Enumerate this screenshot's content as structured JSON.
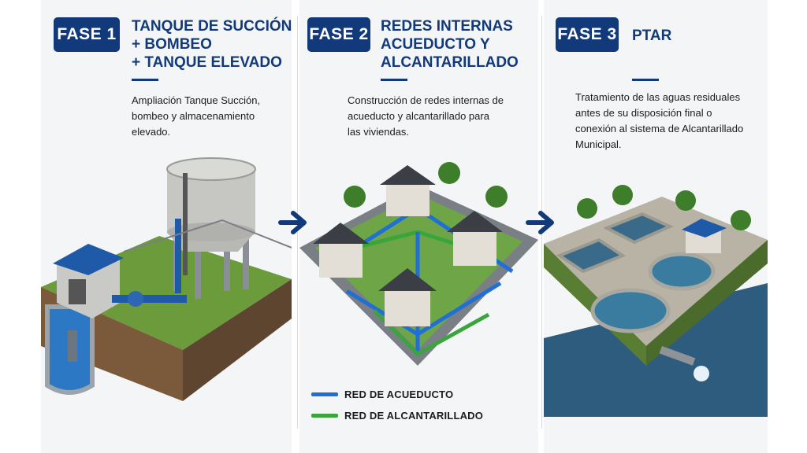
{
  "phases": [
    {
      "badge": "FASE 1",
      "title_lines": [
        "TANQUE DE SUCCIÓN",
        "+ BOMBEO",
        "+ TANQUE ELEVADO"
      ],
      "description_lines": [
        "Ampliación Tanque Succión,",
        "bombeo y almacenamiento",
        "elevado."
      ]
    },
    {
      "badge": "FASE 2",
      "title_lines": [
        "REDES INTERNAS",
        "ACUEDUCTO Y",
        "ALCANTARILLADO"
      ],
      "description_lines": [
        "Construcción de redes internas de",
        "acueducto y alcantarillado para",
        "las viviendas."
      ]
    },
    {
      "badge": "FASE 3",
      "title_lines": [
        "PTAR"
      ],
      "description_lines": [
        "Tratamiento de las aguas residuales",
        "antes de su disposición final o",
        "conexión al sistema de Alcantarillado",
        "Municipal."
      ]
    }
  ],
  "legend": [
    {
      "label": "RED DE ACUEDUCTO",
      "color": "#1f6fd6"
    },
    {
      "label": "RED DE ALCANTARILLADO",
      "color": "#3aa53a"
    }
  ],
  "colors": {
    "brand": "#123a7a",
    "arrow": "#123a7a",
    "water": "#2b6fb5",
    "grass": "#5d9b3a"
  },
  "icons": [
    "arrow-right-icon",
    "arrow-right-icon"
  ]
}
